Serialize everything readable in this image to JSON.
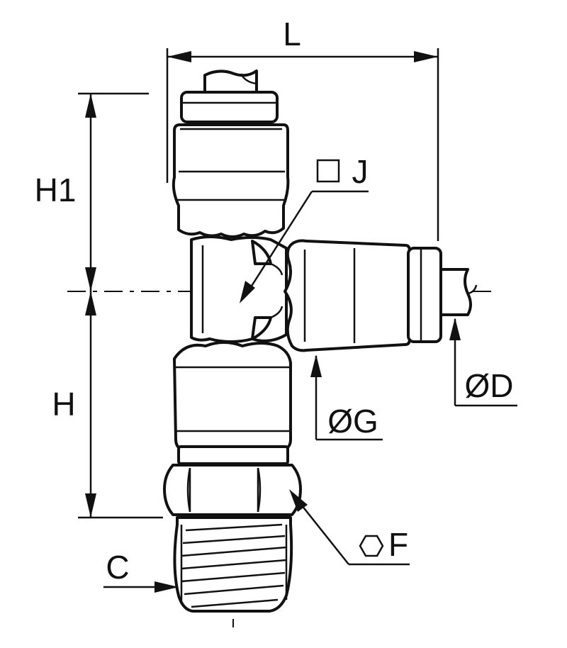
{
  "diagram": {
    "labels": {
      "L": "L",
      "H1": "H1",
      "H": "H",
      "J": "J",
      "D": "ØD",
      "G": "ØG",
      "F": "F",
      "C": "C"
    },
    "colors": {
      "ink": "#111111",
      "paper": "#ffffff"
    },
    "symbols": {
      "J": "square-icon",
      "F": "hexagon-icon"
    }
  }
}
